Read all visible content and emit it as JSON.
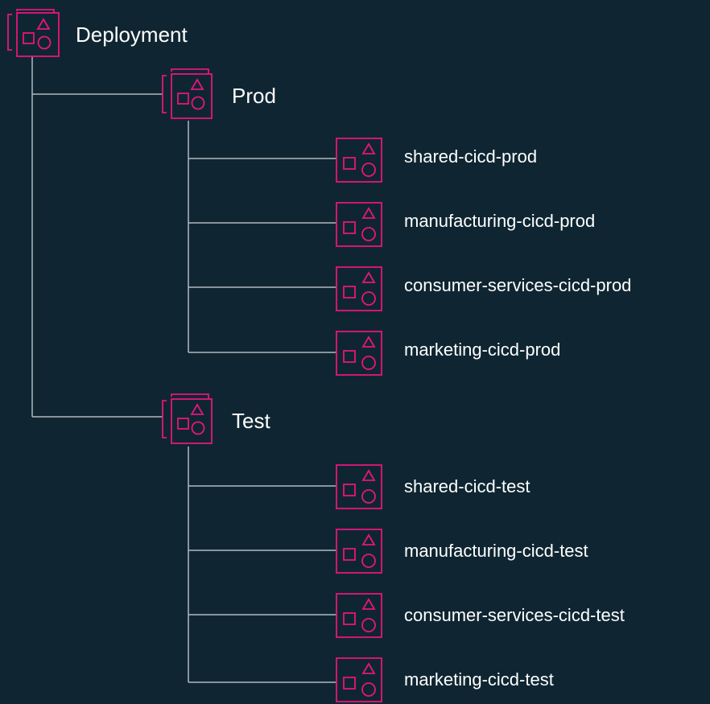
{
  "colors": {
    "background": "#0f2632",
    "icon": "#e7157b",
    "connector": "#b0b8bf",
    "text": "#ffffff"
  },
  "icon_names": {
    "organizational_unit": "stacked-account-icon",
    "account": "account-icon"
  },
  "tree": {
    "root": {
      "label": "Deployment",
      "type": "organizational-unit"
    },
    "groups": [
      {
        "label": "Prod",
        "type": "organizational-unit",
        "accounts": [
          "shared-cicd-prod",
          "manufacturing-cicd-prod",
          "consumer-services-cicd-prod",
          "marketing-cicd-prod"
        ]
      },
      {
        "label": "Test",
        "type": "organizational-unit",
        "accounts": [
          "shared-cicd-test",
          "manufacturing-cicd-test",
          "consumer-services-cicd-test",
          "marketing-cicd-test"
        ]
      }
    ]
  }
}
